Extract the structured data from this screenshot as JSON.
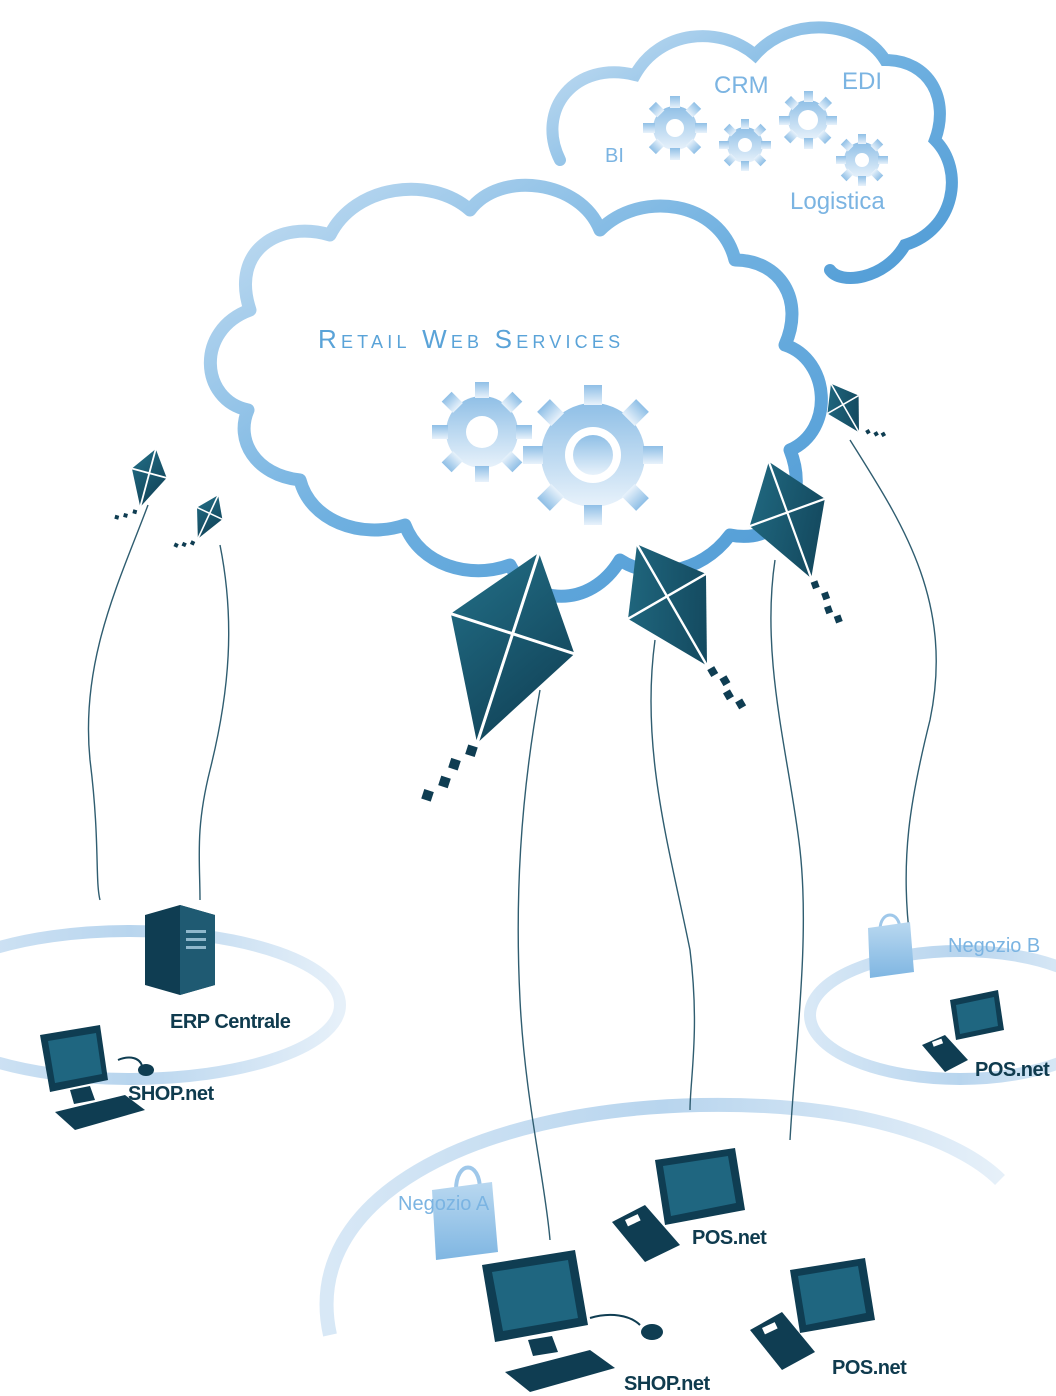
{
  "main_cloud": {
    "title": "Retail Web Services"
  },
  "services_cloud": {
    "services": {
      "bi": "BI",
      "crm": "CRM",
      "edi": "EDI",
      "logistics": "Logistica"
    }
  },
  "head_office": {
    "server_label": "ERP Centrale",
    "workstation_label": "SHOP.net"
  },
  "store_a": {
    "name": "Negozio A",
    "pos_1_label": "POS.net",
    "pos_2_label": "POS.net",
    "workstation_label": "SHOP.net"
  },
  "store_b": {
    "name": "Negozio B",
    "pos_label": "POS.net"
  },
  "colors": {
    "cloud_outline": "#62a8dd",
    "gear": "#a8cdea",
    "kite": "#1a5a72",
    "device": "#0f3d52",
    "light_text": "#7bb4e2",
    "dark_text": "#0f3b4e"
  }
}
